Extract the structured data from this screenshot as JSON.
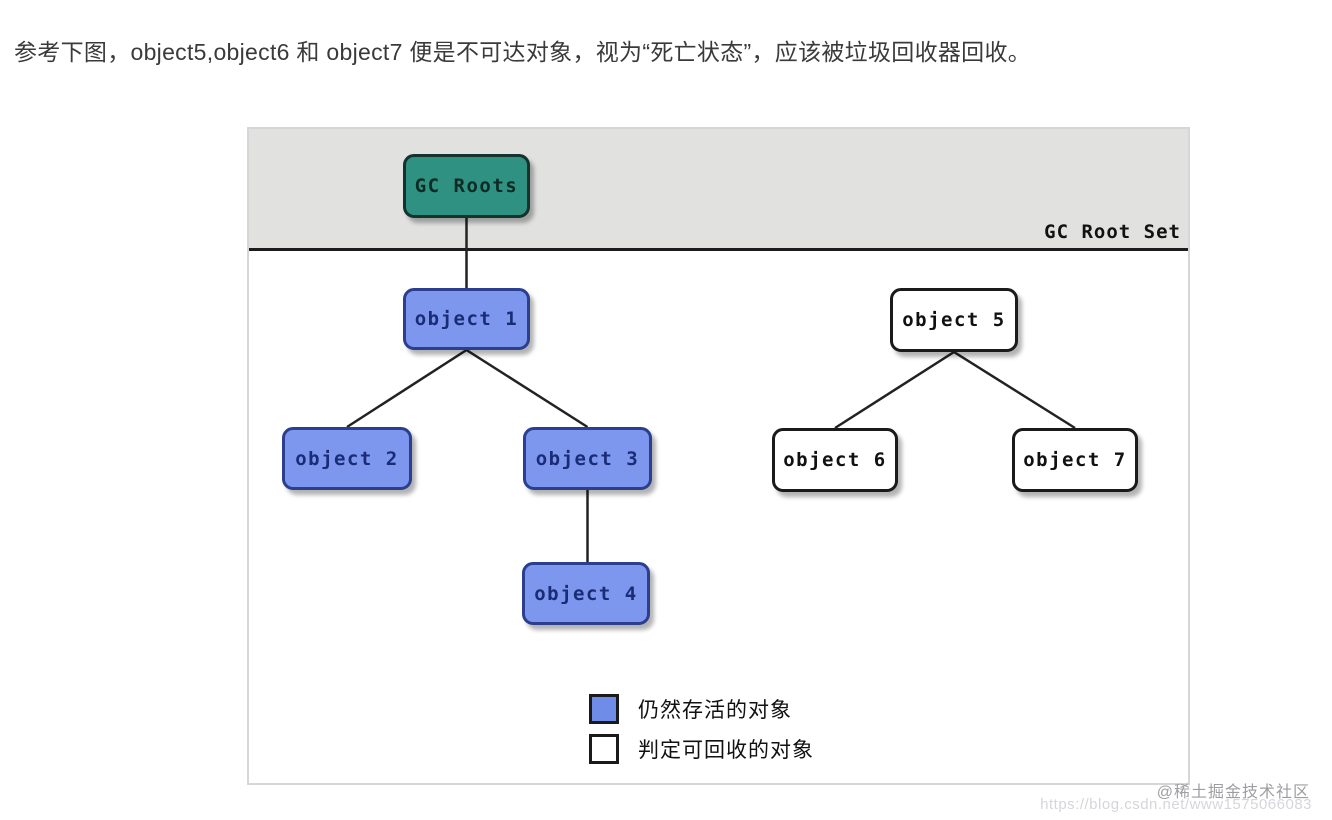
{
  "page": {
    "heading": "参考下图，object5,object6 和 object7 便是不可达对象，视为“死亡状态”，应该被垃圾回收器回收。"
  },
  "diagram": {
    "root_node": {
      "label": "GC Roots",
      "type": "root"
    },
    "root_set_label": "GC Root Set",
    "nodes": [
      {
        "label": "object 1",
        "type": "alive"
      },
      {
        "label": "object 2",
        "type": "alive"
      },
      {
        "label": "object 3",
        "type": "alive"
      },
      {
        "label": "object 4",
        "type": "alive"
      },
      {
        "label": "object 5",
        "type": "collectable"
      },
      {
        "label": "object 6",
        "type": "collectable"
      },
      {
        "label": "object 7",
        "type": "collectable"
      }
    ],
    "edges": [
      [
        "GC Roots",
        "object 1"
      ],
      [
        "object 1",
        "object 2"
      ],
      [
        "object 1",
        "object 3"
      ],
      [
        "object 3",
        "object 4"
      ],
      [
        "object 5",
        "object 6"
      ],
      [
        "object 5",
        "object 7"
      ]
    ],
    "legend": [
      {
        "swatch": "alive",
        "label": "仍然存活的对象"
      },
      {
        "swatch": "collectable",
        "label": "判定可回收的对象"
      }
    ],
    "colors": {
      "root_fill": "#2f9181",
      "alive_fill": "#7d97ef",
      "collectable_fill": "#ffffff",
      "band_background": "#e1e1e0",
      "line": "#1c1c1c"
    }
  },
  "watermark": {
    "community": "@稀土掘金技术社区",
    "url": "https://blog.csdn.net/www1575066083"
  }
}
